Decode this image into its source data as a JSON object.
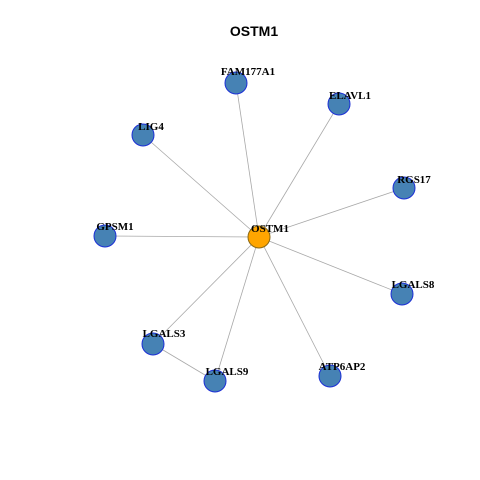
{
  "title": "OSTM1",
  "colors": {
    "hub_fill": "#FFA500",
    "hub_stroke": "#8B6914",
    "node_fill": "#4682B4",
    "node_stroke": "#1C2FD6",
    "edge": "#A8A8A8"
  },
  "nodes": [
    {
      "id": "OSTM1",
      "label": "OSTM1",
      "role": "hub"
    },
    {
      "id": "FAM177A1",
      "label": "FAM177A1",
      "role": "neighbor"
    },
    {
      "id": "ELAVL1",
      "label": "ELAVL1",
      "role": "neighbor"
    },
    {
      "id": "LIG4",
      "label": "LIG4",
      "role": "neighbor"
    },
    {
      "id": "RGS17",
      "label": "RGS17",
      "role": "neighbor"
    },
    {
      "id": "GPSM1",
      "label": "GPSM1",
      "role": "neighbor"
    },
    {
      "id": "LGALS8",
      "label": "LGALS8",
      "role": "neighbor"
    },
    {
      "id": "LGALS3",
      "label": "LGALS3",
      "role": "neighbor"
    },
    {
      "id": "LGALS9",
      "label": "LGALS9",
      "role": "neighbor"
    },
    {
      "id": "ATP6AP2",
      "label": "ATP6AP2",
      "role": "neighbor"
    }
  ],
  "edges": [
    {
      "source": "OSTM1",
      "target": "FAM177A1"
    },
    {
      "source": "OSTM1",
      "target": "ELAVL1"
    },
    {
      "source": "OSTM1",
      "target": "LIG4"
    },
    {
      "source": "OSTM1",
      "target": "RGS17"
    },
    {
      "source": "OSTM1",
      "target": "GPSM1"
    },
    {
      "source": "OSTM1",
      "target": "LGALS8"
    },
    {
      "source": "OSTM1",
      "target": "LGALS3"
    },
    {
      "source": "OSTM1",
      "target": "LGALS9"
    },
    {
      "source": "OSTM1",
      "target": "ATP6AP2"
    },
    {
      "source": "LGALS3",
      "target": "LGALS9"
    }
  ]
}
